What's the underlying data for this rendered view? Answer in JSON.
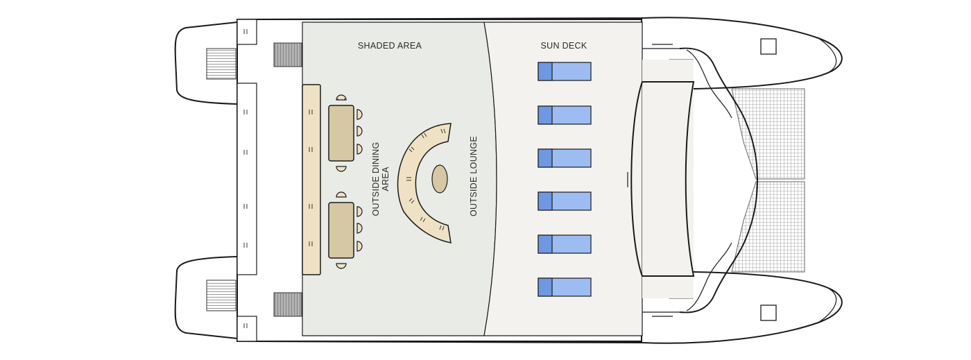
{
  "deck_plan": {
    "areas": {
      "shaded_area": "SHADED AREA",
      "sun_deck": "SUN DECK",
      "outside_dining_line1": "OUTSIDE DINING",
      "outside_dining_line2": "AREA",
      "outside_lounge": "OUTSIDE LOUNGE"
    },
    "colors": {
      "shaded_floor": "#e8ebe6",
      "sun_floor": "#f3f2ee",
      "furniture": "#d6c8a4",
      "bench": "#efe2c4",
      "lounger_blue": "#9dbcf2",
      "lounger_dark": "#6f98e2",
      "net": "#8a8a8a",
      "stairs": "#a9a9a9"
    },
    "icons": {
      "lounger": "sun-lounger-icon",
      "chair": "chair-icon",
      "table": "dining-table-icon",
      "stairs": "stairs-icon",
      "hatch": "hatch-icon"
    }
  }
}
